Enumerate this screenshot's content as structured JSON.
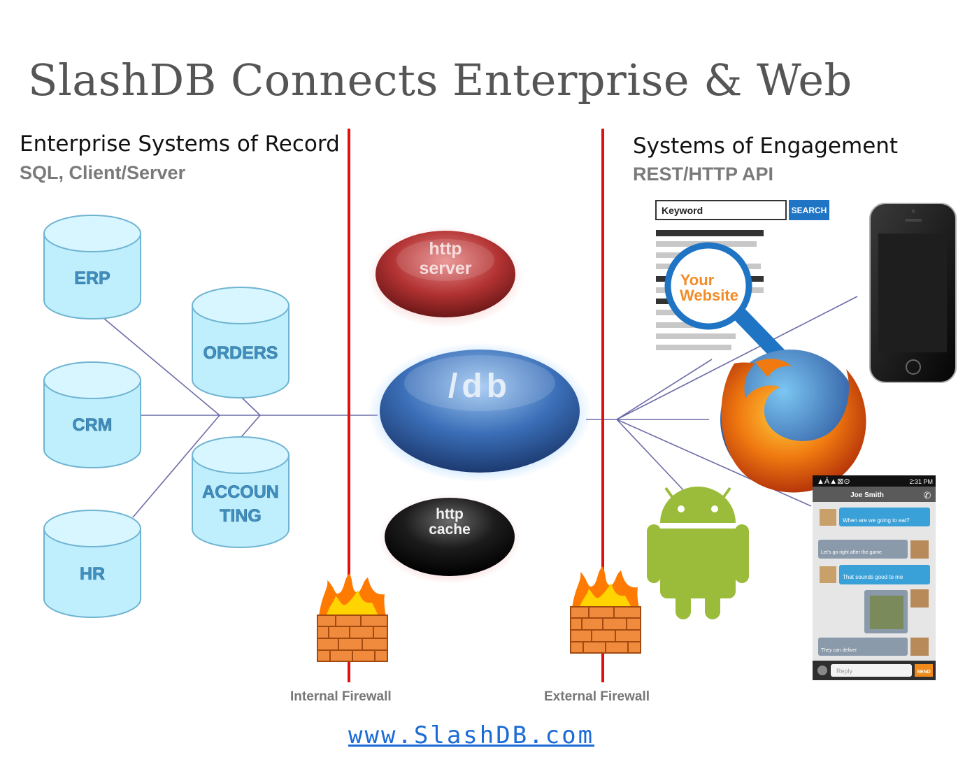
{
  "title": "SlashDB Connects Enterprise & Web",
  "left_section": {
    "title": "Enterprise Systems of Record",
    "subtitle": "SQL, Client/Server"
  },
  "right_section": {
    "title": "Systems of Engagement",
    "subtitle": "REST/HTTP API"
  },
  "databases": [
    {
      "label": "ERP",
      "lines": [
        "ERP"
      ]
    },
    {
      "label": "CRM",
      "lines": [
        "CRM"
      ]
    },
    {
      "label": "HR",
      "lines": [
        "HR"
      ]
    },
    {
      "label": "ORDERS",
      "lines": [
        "ORDERS"
      ]
    },
    {
      "label": "ACCOUNTING",
      "lines": [
        "ACCOUN",
        "TING"
      ]
    }
  ],
  "components": {
    "http_server": [
      "http",
      "server"
    ],
    "db": "/db",
    "http_cache": [
      "http",
      "cache"
    ]
  },
  "firewalls": {
    "internal": "Internal Firewall",
    "external": "External Firewall"
  },
  "website_mock": {
    "keyword": "Keyword",
    "search": "SEARCH",
    "lens": [
      "Your",
      "Website"
    ]
  },
  "chat_mock": {
    "contact": "Joe Smith",
    "messages": [
      "When are we going to eat?",
      "Let's go right after the game",
      "That sounds good to me",
      "They can deliver"
    ],
    "reply_placeholder": "Reply",
    "send": "SEND",
    "status_time": "2:31 PM"
  },
  "url": "www.SlashDB.com",
  "colors": {
    "firewall_line": "#e01010",
    "db_fill": "#bfeefc",
    "db_stroke": "#6fb4d2",
    "db_text": "#3f8fc0",
    "connector": "#6c6ca8",
    "link": "#1b6bd6"
  },
  "icons": [
    "database-icon",
    "firewall-icon",
    "firefox-icon",
    "android-icon",
    "smartphone-icon",
    "magnifier-icon"
  ]
}
